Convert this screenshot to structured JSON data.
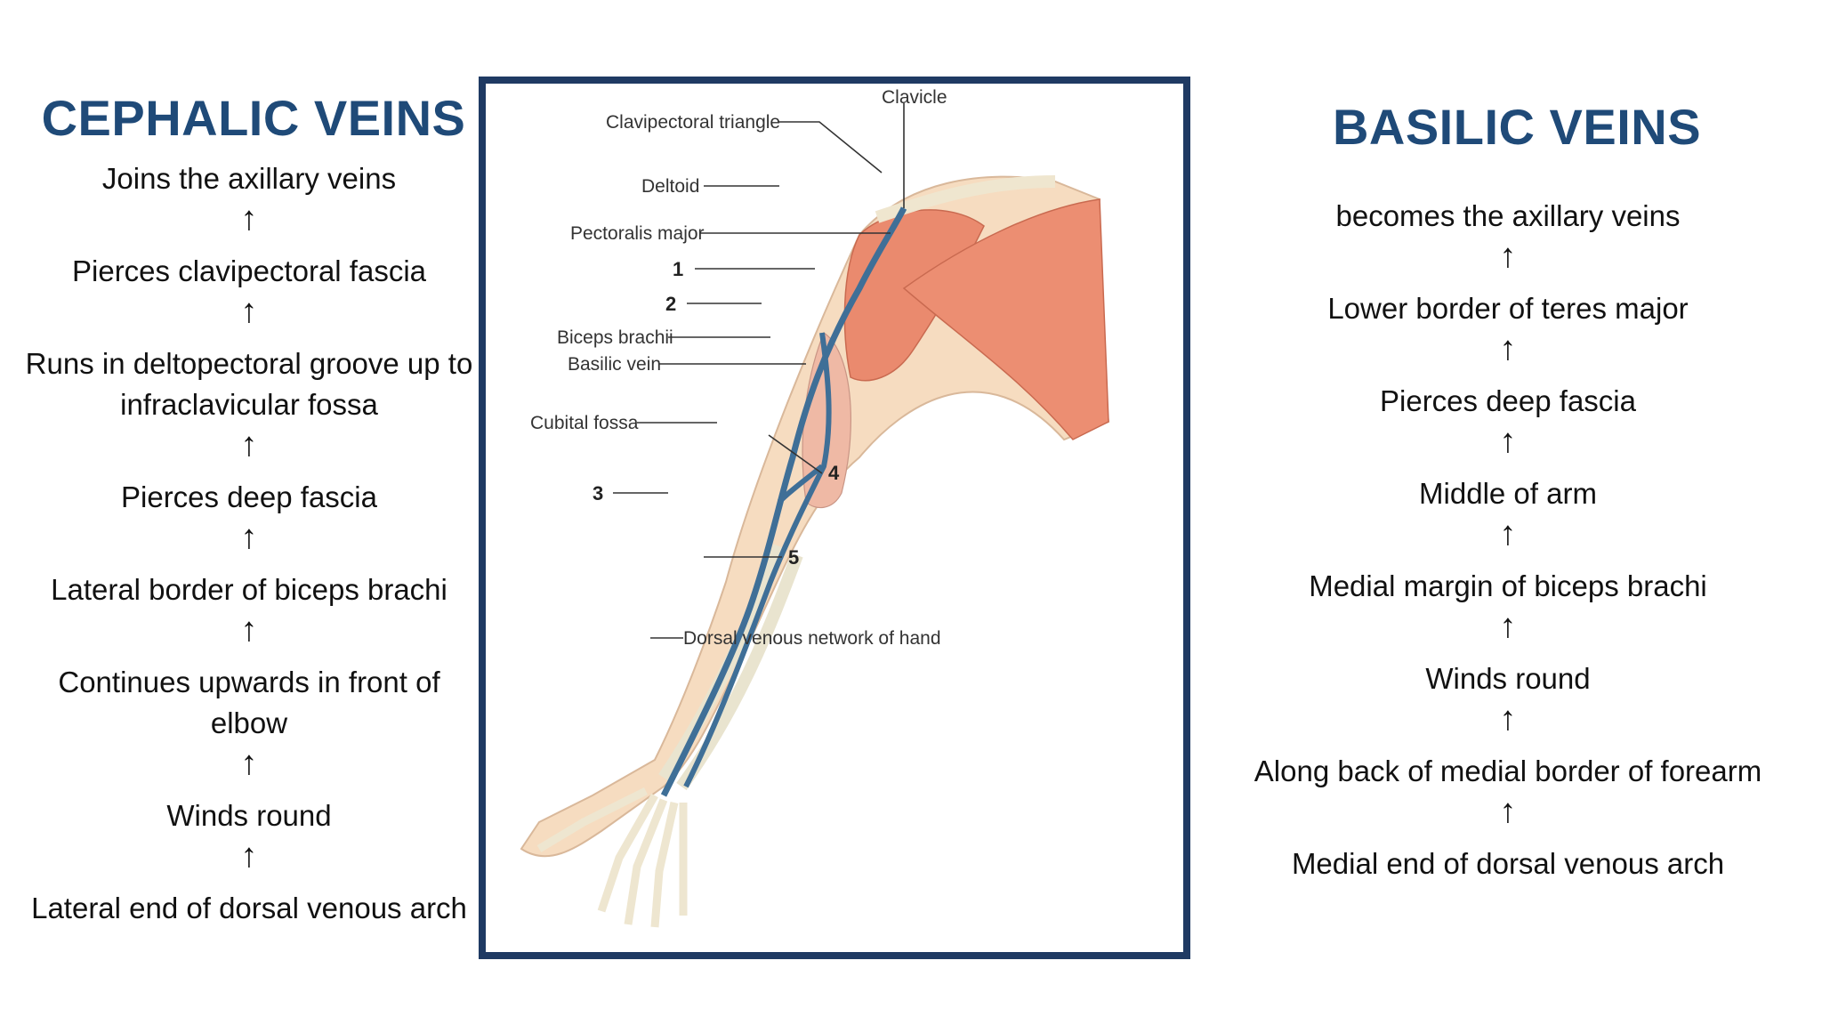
{
  "cephalic": {
    "title": "CEPHALIC VEINS",
    "steps": [
      "Joins the axillary veins",
      "Pierces clavipectoral fascia",
      "Runs in deltopectoral groove up to infraclavicular fossa",
      "Pierces deep fascia",
      "Lateral border of biceps brachi",
      "Continues upwards in front of elbow",
      "Winds round",
      "Lateral end of dorsal venous arch"
    ]
  },
  "basilic": {
    "title": "BASILIC VEINS",
    "steps": [
      "becomes the axillary veins",
      "Lower border of teres major",
      "Pierces deep fascia",
      "Middle of arm",
      "Medial margin of biceps brachi",
      "Winds round",
      "Along back of medial border of forearm",
      "Medial end of dorsal venous arch"
    ]
  },
  "arrow_glyph": "↑",
  "diagram": {
    "labels": {
      "clavicle": "Clavicle",
      "clavipectoral_triangle": "Clavipectoral triangle",
      "deltoid": "Deltoid",
      "pectoralis_major": "Pectoralis major",
      "biceps_brachii": "Biceps brachii",
      "basilic_vein": "Basilic vein",
      "cubital_fossa": "Cubital fossa",
      "dorsal_venous_network": "Dorsal venous network of hand"
    },
    "numbers": [
      "1",
      "2",
      "3",
      "4",
      "5"
    ]
  },
  "colors": {
    "heading": "#1f4a78",
    "frame": "#1f3a63",
    "skin": "#f6dcc0",
    "muscle": "#e9866a",
    "vein": "#3f6f97"
  }
}
